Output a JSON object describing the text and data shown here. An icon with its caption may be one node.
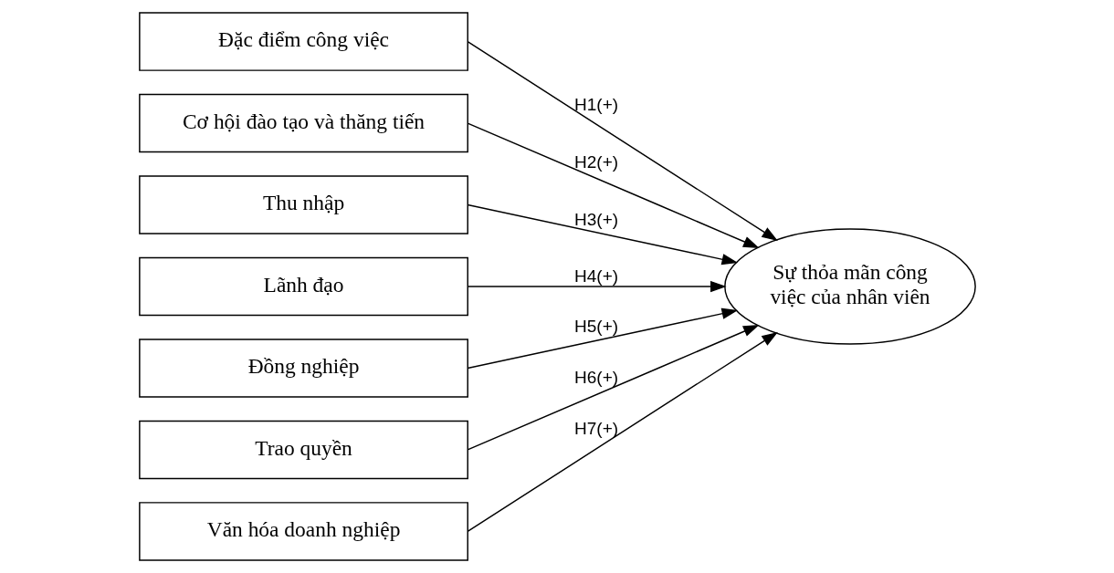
{
  "diagram": {
    "nodes": [
      {
        "text": [
          "Đặc điểm công việc"
        ]
      },
      {
        "text": [
          "Cơ hội đào tạo và thăng tiến"
        ]
      },
      {
        "text": [
          "Thu nhập"
        ]
      },
      {
        "text": [
          "Lãnh đạo"
        ]
      },
      {
        "text": [
          "Đồng nghiệp"
        ]
      },
      {
        "text": [
          "Trao quyền"
        ]
      },
      {
        "text": [
          "Văn hóa doanh nghiệp"
        ]
      },
      {
        "text": [
          "Sự thỏa mãn công việc của nhân viên"
        ]
      }
    ],
    "edges": [
      {
        "from": 0,
        "to": 7,
        "arrow": "to",
        "label": "H1(+)"
      },
      {
        "from": 1,
        "to": 7,
        "arrow": "to",
        "label": "H2(+)"
      },
      {
        "from": 2,
        "to": 7,
        "arrow": "to",
        "label": "H3(+)"
      },
      {
        "from": 3,
        "to": 7,
        "arrow": "to",
        "label": "H4(+)"
      },
      {
        "from": 4,
        "to": 7,
        "arrow": "to",
        "label": "H5(+)"
      },
      {
        "from": 5,
        "to": 7,
        "arrow": "to",
        "label": "H6(+)"
      },
      {
        "from": 6,
        "to": 7,
        "arrow": "to",
        "label": "H7(+)"
      }
    ]
  }
}
